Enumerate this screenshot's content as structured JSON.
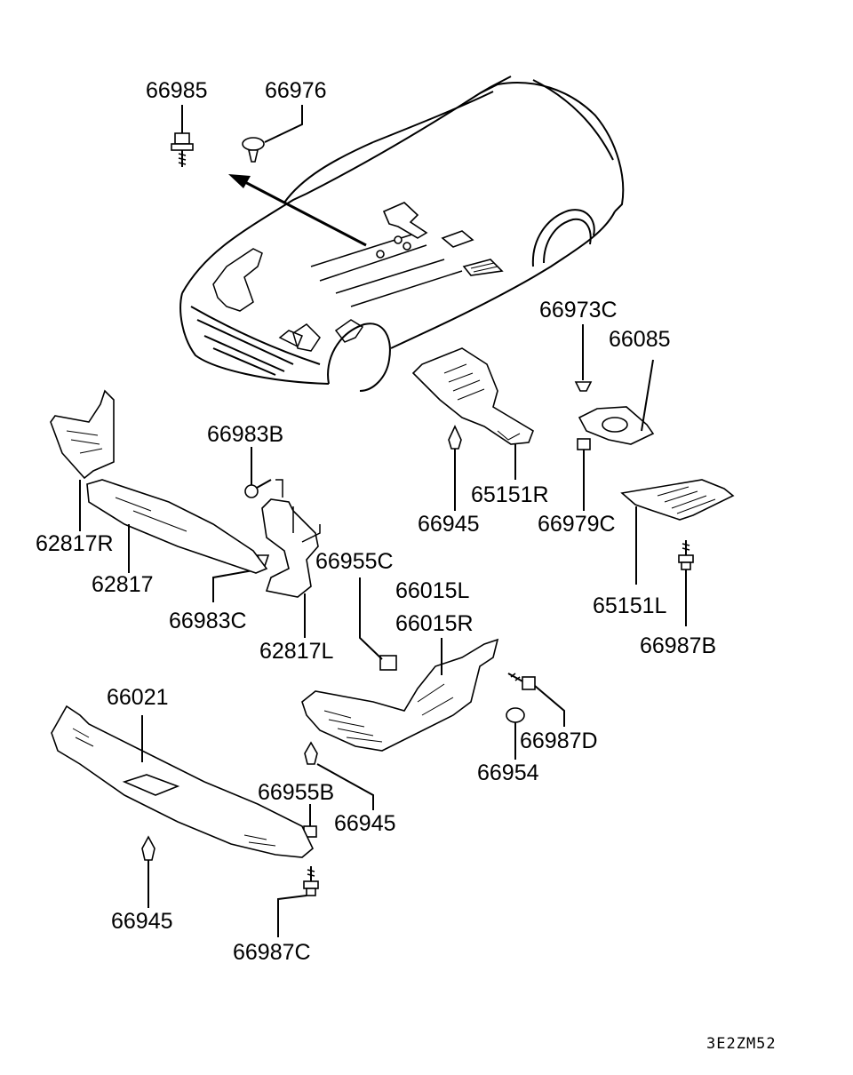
{
  "diagram": {
    "labels": {
      "p66985": "66985",
      "p66976": "66976",
      "p66973C": "66973C",
      "p66085": "66085",
      "p66983B": "66983B",
      "p62817R": "62817R",
      "p62817": "62817",
      "p66983C": "66983C",
      "p62817L": "62817L",
      "p66955C": "66955C",
      "p66945a": "66945",
      "p65151R": "65151R",
      "p66979C": "66979C",
      "p65151L": "65151L",
      "p66987B": "66987B",
      "p66015L": "66015L",
      "p66015R": "66015R",
      "p66021": "66021",
      "p66987D": "66987D",
      "p66954": "66954",
      "p66955B": "66955B",
      "p66945b": "66945",
      "p66945c": "66945",
      "p66987C": "66987C"
    },
    "diagram_code": "3E2ZM52"
  }
}
